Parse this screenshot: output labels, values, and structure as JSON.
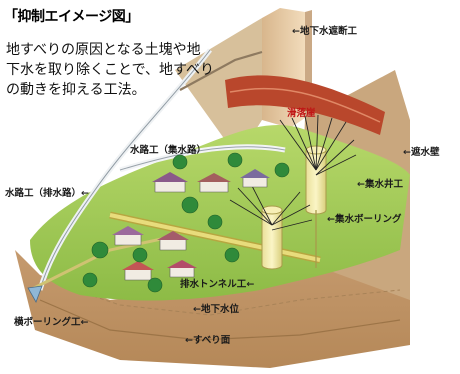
{
  "title": "「抑制エイメージ図」",
  "description": [
    "地すべりの原因となる土塊や地",
    "下水を取り除くことで、地すべり",
    "の動きを抑える工法。"
  ],
  "labels": {
    "chikasui_shadan": "地下水遮断工",
    "kakkatsu_men": "滑落崖",
    "shasui_heki": "遮水壁",
    "suiro_shusui": "水路工（集水路）",
    "shusui_ido": "集水井工",
    "suiro_haisui": "水路工（排水路）",
    "shusui_boring": "集水ボーリング",
    "haisui_tunnel": "排水トンネル工",
    "chikasui_i": "地下水位",
    "yoko_boring": "横ボーリング工",
    "suberi_men": "すべり面"
  },
  "arrow_glyph": "←",
  "colors": {
    "grass": "#9cc74f",
    "soil": "#caa37a",
    "red_soil": "#b9472c",
    "wall": "#e7cda9",
    "water": "#e8e2a8",
    "pipe": "#ddd36c",
    "label_red": "#c01515"
  }
}
